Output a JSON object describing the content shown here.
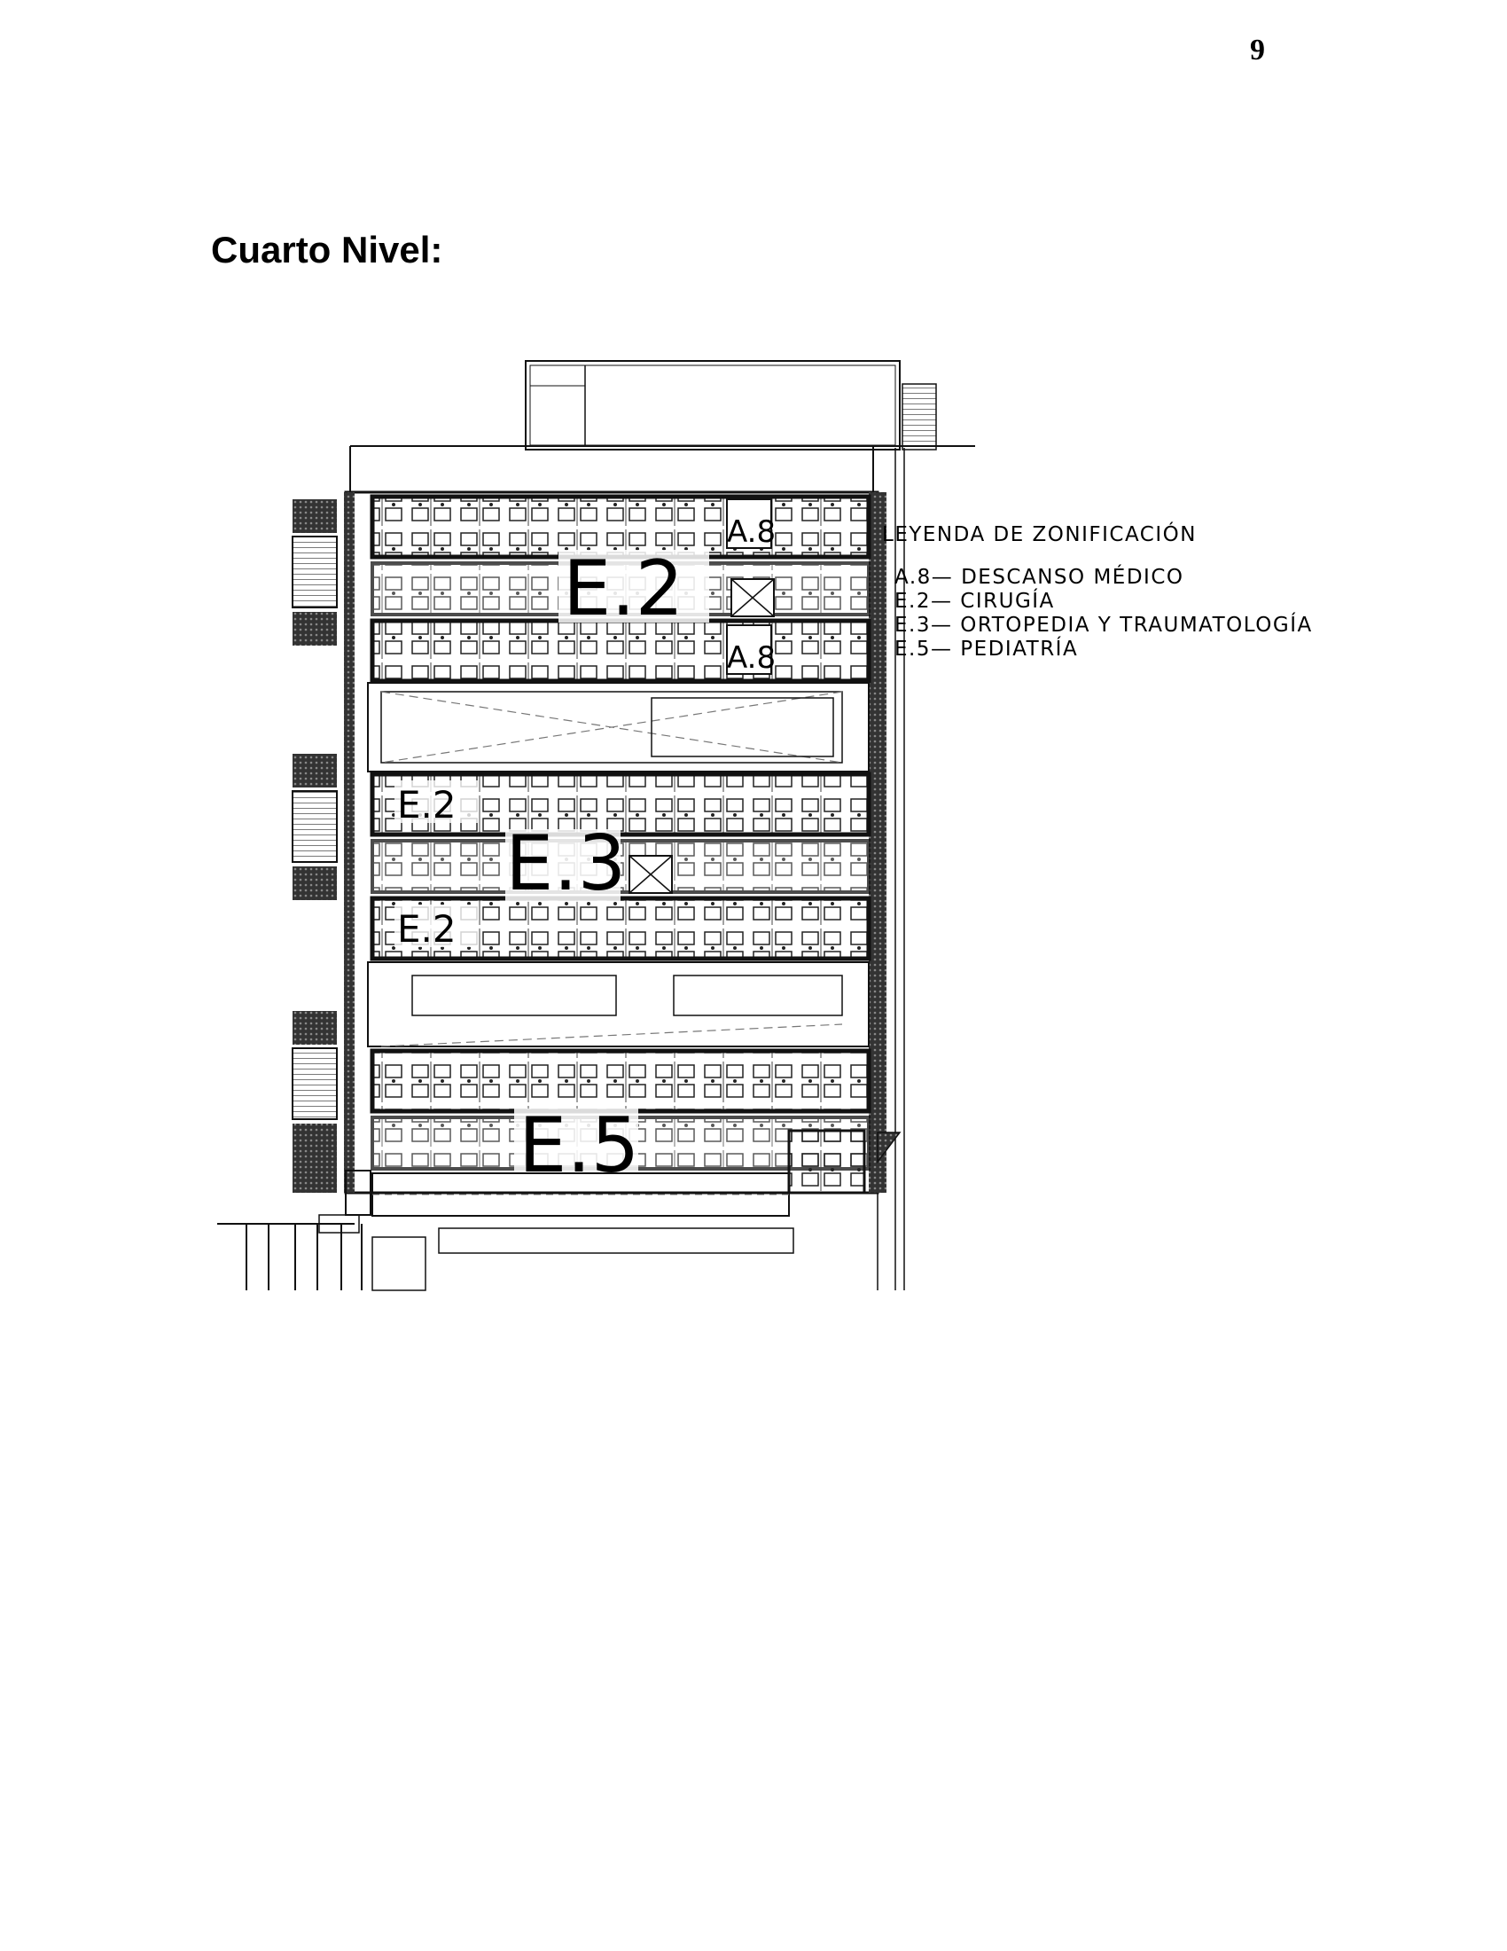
{
  "page": {
    "number": "9",
    "title": "Cuarto Nivel:"
  },
  "legend": {
    "title": "LEYENDA DE ZONIFICACIÓN",
    "items": [
      {
        "code": "A.8",
        "sep": "—",
        "label": "DESCANSO MÉDICO"
      },
      {
        "code": "E.2",
        "sep": "—",
        "label": "CIRUGÍA"
      },
      {
        "code": "E.3",
        "sep": "—",
        "label": "ORTOPEDIA Y TRAUMATOLOGÍA"
      },
      {
        "code": "E.5",
        "sep": "—",
        "label": "PEDIATRÍA"
      }
    ]
  },
  "zones": {
    "block1_main": "E.2",
    "block1_a8_top": "A.8",
    "block1_a8_bottom": "A.8",
    "block2_main": "E.3",
    "block2_e2_top": "E.2",
    "block2_e2_bottom": "E.2",
    "block3_main": "E.5"
  }
}
